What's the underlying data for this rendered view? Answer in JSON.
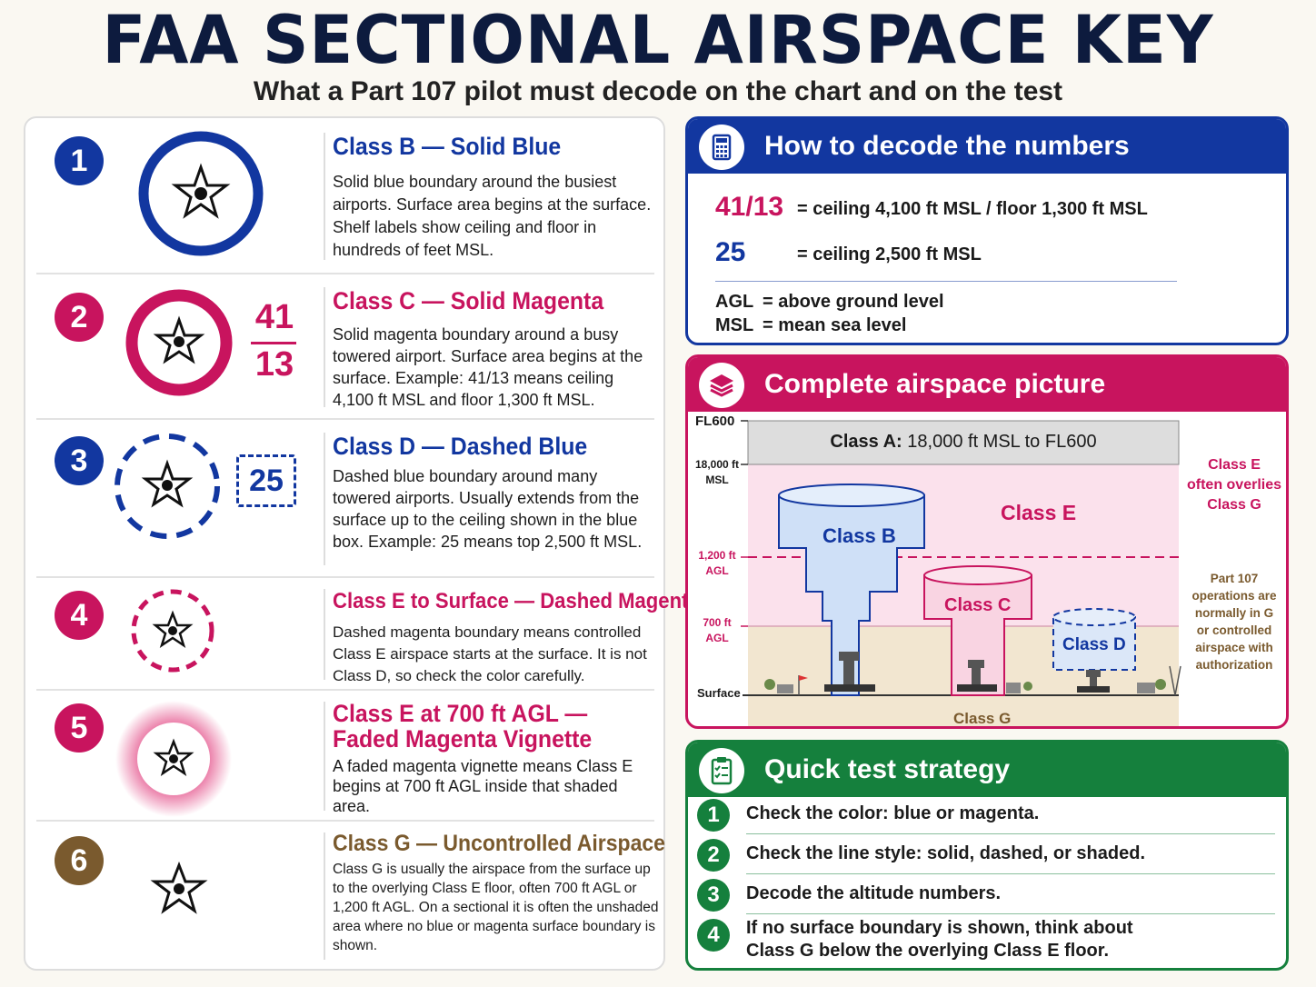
{
  "title": "FAA SECTIONAL AIRSPACE KEY",
  "subtitle": "What a Part 107 pilot must decode on the chart and on the test",
  "colors": {
    "blue": "#1237a0",
    "magenta": "#c8145e",
    "brown": "#7a5a2e",
    "green": "#15803d",
    "navy": "#0d1b3e"
  },
  "classes": [
    {
      "num": "1",
      "title": "Class B — Solid Blue",
      "desc": "Solid blue boundary around the busiest airports. Surface area begins at the surface. Shelf labels show ceiling and floor in hundreds of feet MSL."
    },
    {
      "num": "2",
      "title": "Class C — Solid Magenta",
      "desc": "Solid magenta boundary around a busy towered airport. Surface area begins at the surface. Example: 41/13 means ceiling 4,100 ft MSL and floor 1,300 ft MSL.",
      "label_top": "41",
      "label_bottom": "13"
    },
    {
      "num": "3",
      "title": "Class D — Dashed Blue",
      "desc": "Dashed blue boundary around many towered airports. Usually extends from the surface up to the ceiling shown in the blue box. Example: 25 means top 2,500 ft MSL.",
      "box_label": "25"
    },
    {
      "num": "4",
      "title": "Class E to Surface — Dashed Magenta",
      "desc": "Dashed magenta boundary means controlled Class E airspace starts at the surface. It is not Class D, so check the color carefully."
    },
    {
      "num": "5",
      "title_line1": "Class E at 700 ft AGL —",
      "title_line2": "Faded Magenta Vignette",
      "desc": "A faded magenta vignette means Class E begins at 700 ft AGL inside that shaded area."
    },
    {
      "num": "6",
      "title": "Class G — Uncontrolled Airspace",
      "desc": "Class G is usually the airspace from the surface up to the overlying Class E floor, often 700 ft AGL or 1,200 ft AGL. On a sectional it is often the unshaded area where no blue or magenta surface boundary is shown."
    }
  ],
  "decode": {
    "heading": "How to decode the numbers",
    "icon": "calculator-icon",
    "ex1_num": "41/13",
    "ex1_text": "=  ceiling 4,100 ft MSL / floor 1,300 ft MSL",
    "ex2_num": "25",
    "ex2_text": "=  ceiling 2,500 ft MSL",
    "agl_abbr": "AGL",
    "agl_text": "=  above ground level",
    "msl_abbr": "MSL",
    "msl_text": "=  mean sea level"
  },
  "picture": {
    "heading": "Complete airspace picture",
    "icon": "layers-icon",
    "fl600": "FL600",
    "alt_18000_1": "18,000 ft",
    "alt_18000_2": "MSL",
    "alt_1200_1": "1,200 ft",
    "alt_1200_2": "AGL",
    "alt_700_1": "700 ft",
    "alt_700_2": "AGL",
    "surface": "Surface",
    "class_a_bold": "Class A:",
    "class_a_rest": "18,000 ft MSL to FL600",
    "class_e": "Class E",
    "class_b": "Class B",
    "class_c": "Class C",
    "class_d": "Class D",
    "class_g": "Class G",
    "note1": [
      "Class E",
      "often overlies",
      "Class G"
    ],
    "note2": [
      "Part 107",
      "operations are",
      "normally in G",
      "or controlled",
      "airspace with",
      "authorization"
    ]
  },
  "strategy": {
    "heading": "Quick test strategy",
    "icon": "clipboard-icon",
    "items": [
      {
        "num": "1",
        "text": "Check the color: blue or magenta."
      },
      {
        "num": "2",
        "text": "Check the line style: solid, dashed, or shaded."
      },
      {
        "num": "3",
        "text": "Decode the altitude numbers."
      },
      {
        "num": "4",
        "text": "If no surface boundary is shown, think about Class G below the overlying Class E floor."
      }
    ]
  }
}
